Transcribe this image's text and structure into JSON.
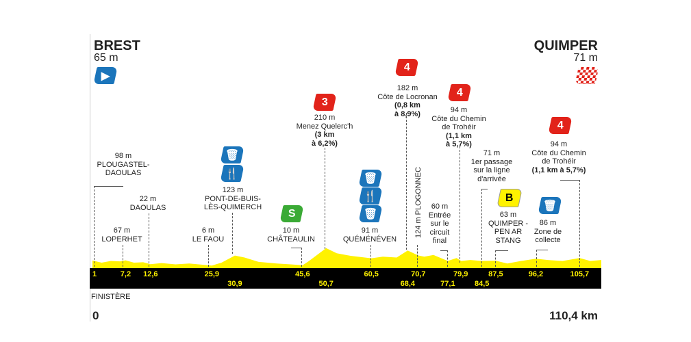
{
  "start": {
    "name": "BREST",
    "alt": "65 m"
  },
  "finish": {
    "name": "QUIMPER",
    "alt": "71 m"
  },
  "region": "FINISTÈRE",
  "distance": {
    "start": "0",
    "end": "110,4 km"
  },
  "km_top": [
    "1",
    "7,2",
    "12,6",
    "25,9",
    "45,6",
    "60,5",
    "70,7",
    "79,9",
    "87,5",
    "96,2",
    "105,7"
  ],
  "km_bottom": [
    "30,9",
    "50,7",
    "68,4",
    "77,1",
    "84,5"
  ],
  "points": [
    {
      "alt": "98 m",
      "name": "PLOUGASTEL-",
      "name2": "DAOULAS"
    },
    {
      "alt": "67 m",
      "name": "LOPERHET"
    },
    {
      "alt": "22 m",
      "name": "DAOULAS"
    },
    {
      "alt": "6 m",
      "name": "LE FAOU"
    },
    {
      "alt": "123 m",
      "name": "PONT-DE-BUIS-",
      "name2": "LÈS-QUIMERCH"
    },
    {
      "alt": "10 m",
      "name": "CHÂTEAULIN",
      "badge": "S"
    },
    {
      "alt": "210 m",
      "name": "Menez Quelerc'h",
      "detail": "(3 km",
      "detail2": "à 6,2%)",
      "badge": "3"
    },
    {
      "alt": "91 m",
      "name": "QUÉMÉNÉVEN"
    },
    {
      "alt": "182 m",
      "name": "Côte de Locronan",
      "detail": "(0,8 km",
      "detail2": "à 8,9%)",
      "badge": "4"
    },
    {
      "text": "124 m PLOGONNEC"
    },
    {
      "alt": "60 m",
      "name": "Entrée",
      "name2": "sur le",
      "name3": "circuit",
      "name4": "final"
    },
    {
      "alt": "94 m",
      "name": "Côte du Chemin",
      "name2": "de Trohéir",
      "detail": "(1,1 km",
      "detail2": "à 5,7%)",
      "badge": "4"
    },
    {
      "alt": "71 m",
      "name": "1er passage",
      "name2": "sur la ligne",
      "name3": "d'arrivée"
    },
    {
      "alt": "63 m",
      "name": "QUIMPER -",
      "name2": "PEN AR",
      "name3": "STANG",
      "badge": "B"
    },
    {
      "alt": "86 m",
      "name": "Zone de",
      "name2": "collecte"
    },
    {
      "alt": "94 m",
      "name": "Côte du Chemin",
      "name2": "de Trohéir",
      "detail": "(1,1 km à 5,7%)",
      "badge": "4"
    }
  ],
  "profile": [
    [
      0,
      65
    ],
    [
      2,
      40
    ],
    [
      4,
      60
    ],
    [
      6,
      55
    ],
    [
      7.2,
      67
    ],
    [
      9,
      40
    ],
    [
      11,
      45
    ],
    [
      12.6,
      22
    ],
    [
      15,
      35
    ],
    [
      18,
      20
    ],
    [
      21,
      30
    ],
    [
      25.9,
      6
    ],
    [
      28,
      40
    ],
    [
      30.9,
      123
    ],
    [
      33,
      100
    ],
    [
      36,
      50
    ],
    [
      40,
      30
    ],
    [
      43,
      20
    ],
    [
      45.6,
      10
    ],
    [
      47,
      60
    ],
    [
      50.7,
      210
    ],
    [
      53,
      150
    ],
    [
      56,
      120
    ],
    [
      60.5,
      91
    ],
    [
      63,
      110
    ],
    [
      66,
      100
    ],
    [
      68.4,
      182
    ],
    [
      70.7,
      124
    ],
    [
      72,
      110
    ],
    [
      74,
      130
    ],
    [
      77.1,
      60
    ],
    [
      79,
      94
    ],
    [
      80,
      60
    ],
    [
      82,
      71
    ],
    [
      84.5,
      60
    ],
    [
      87.5,
      63
    ],
    [
      90,
      30
    ],
    [
      93,
      60
    ],
    [
      96.2,
      86
    ],
    [
      99,
      70
    ],
    [
      102,
      60
    ],
    [
      105.7,
      94
    ],
    [
      108,
      60
    ],
    [
      110.4,
      71
    ]
  ]
}
